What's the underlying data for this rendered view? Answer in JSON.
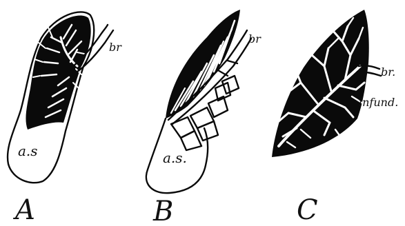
{
  "figure": {
    "panels": [
      {
        "id": "A",
        "panel_label": "A",
        "labels": {
          "alveolar_sac": "a.s",
          "bronchiole": "br"
        }
      },
      {
        "id": "B",
        "panel_label": "B",
        "labels": {
          "alveolar_sac": "a.s.",
          "bronchiole": "br"
        }
      },
      {
        "id": "C",
        "panel_label": "C",
        "labels": {
          "bronchiole": "br.",
          "infundibulum": "infund."
        }
      }
    ]
  }
}
